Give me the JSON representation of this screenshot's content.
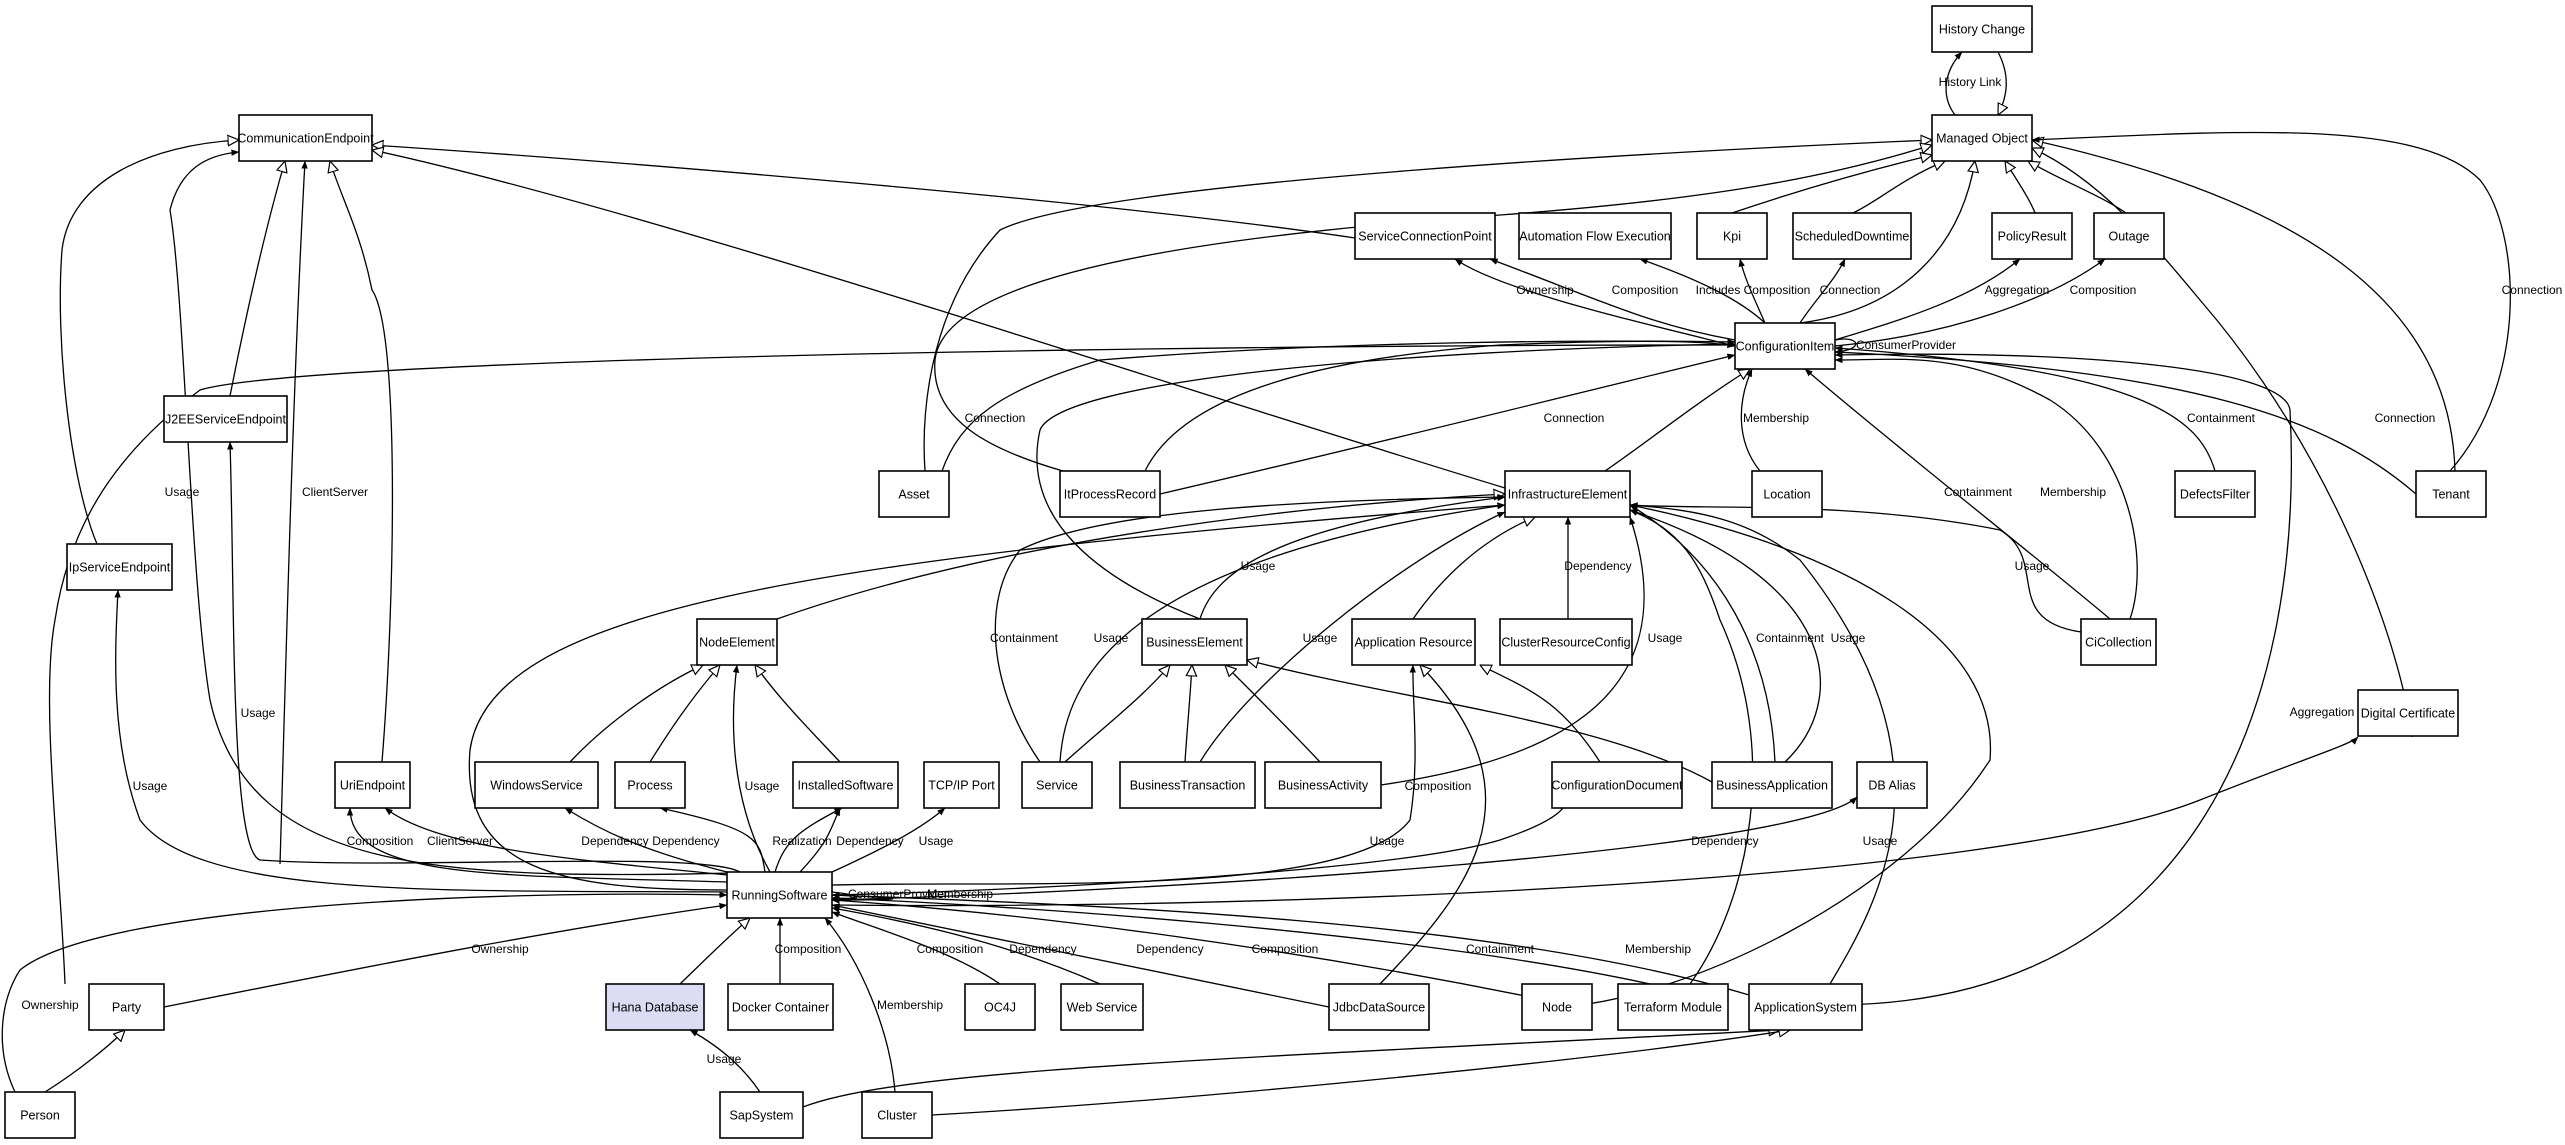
{
  "colors": {
    "highlight": "#dcdcf5",
    "stroke": "#000000",
    "background": "#ffffff"
  },
  "nodes": [
    {
      "id": "history_change",
      "label": "History Change"
    },
    {
      "id": "managed_object",
      "label": "Managed Object"
    },
    {
      "id": "communication_endpoint",
      "label": "CommunicationEndpoint"
    },
    {
      "id": "service_connection_point",
      "label": "ServiceConnectionPoint"
    },
    {
      "id": "automation_flow_execution",
      "label": "Automation Flow Execution"
    },
    {
      "id": "kpi",
      "label": "Kpi"
    },
    {
      "id": "scheduled_downtime",
      "label": "ScheduledDowntime"
    },
    {
      "id": "policy_result",
      "label": "PolicyResult"
    },
    {
      "id": "outage",
      "label": "Outage"
    },
    {
      "id": "configuration_item",
      "label": "ConfigurationItem"
    },
    {
      "id": "j2ee_service_endpoint",
      "label": "J2EEServiceEndpoint"
    },
    {
      "id": "asset",
      "label": "Asset"
    },
    {
      "id": "it_process_record",
      "label": "ItProcessRecord"
    },
    {
      "id": "infrastructure_element",
      "label": "InfrastructureElement"
    },
    {
      "id": "location",
      "label": "Location"
    },
    {
      "id": "defects_filter",
      "label": "DefectsFilter"
    },
    {
      "id": "tenant",
      "label": "Tenant"
    },
    {
      "id": "ip_service_endpoint",
      "label": "IpServiceEndpoint"
    },
    {
      "id": "node_element",
      "label": "NodeElement"
    },
    {
      "id": "business_element",
      "label": "BusinessElement"
    },
    {
      "id": "application_resource",
      "label": "Application Resource"
    },
    {
      "id": "cluster_resource_config",
      "label": "ClusterResourceConfig"
    },
    {
      "id": "ci_collection",
      "label": "CiCollection"
    },
    {
      "id": "digital_certificate",
      "label": "Digital Certificate"
    },
    {
      "id": "uri_endpoint",
      "label": "UriEndpoint"
    },
    {
      "id": "windows_service",
      "label": "WindowsService"
    },
    {
      "id": "process",
      "label": "Process"
    },
    {
      "id": "installed_software",
      "label": "InstalledSoftware"
    },
    {
      "id": "tcp_ip_port",
      "label": "TCP/IP Port"
    },
    {
      "id": "service",
      "label": "Service"
    },
    {
      "id": "business_transaction",
      "label": "BusinessTransaction"
    },
    {
      "id": "business_activity",
      "label": "BusinessActivity"
    },
    {
      "id": "configuration_document",
      "label": "ConfigurationDocument"
    },
    {
      "id": "business_application",
      "label": "BusinessApplication"
    },
    {
      "id": "db_alias",
      "label": "DB Alias"
    },
    {
      "id": "running_software",
      "label": "RunningSoftware"
    },
    {
      "id": "party",
      "label": "Party"
    },
    {
      "id": "hana_database",
      "label": "Hana Database",
      "highlighted": true
    },
    {
      "id": "docker_container",
      "label": "Docker Container"
    },
    {
      "id": "oc4j",
      "label": "OC4J"
    },
    {
      "id": "web_service",
      "label": "Web Service"
    },
    {
      "id": "jdbc_data_source",
      "label": "JdbcDataSource"
    },
    {
      "id": "node",
      "label": "Node"
    },
    {
      "id": "terraform_module",
      "label": "Terraform Module"
    },
    {
      "id": "application_system",
      "label": "ApplicationSystem"
    },
    {
      "id": "person",
      "label": "Person"
    },
    {
      "id": "sap_system",
      "label": "SapSystem"
    },
    {
      "id": "cluster",
      "label": "Cluster"
    }
  ],
  "edges": [
    {
      "from": "managed_object",
      "to": "history_change",
      "label": "History Link",
      "kind": "assoc"
    },
    {
      "from": "history_change",
      "to": "managed_object",
      "label": "",
      "kind": "gen"
    },
    {
      "from": "service_connection_point",
      "to": "communication_endpoint",
      "label": "",
      "kind": "gen"
    },
    {
      "from": "infrastructure_element",
      "to": "communication_endpoint",
      "label": "",
      "kind": "gen"
    },
    {
      "from": "j2ee_service_endpoint",
      "to": "communication_endpoint",
      "label": "",
      "kind": "gen"
    },
    {
      "from": "ip_service_endpoint",
      "to": "communication_endpoint",
      "label": "",
      "kind": "gen"
    },
    {
      "from": "uri_endpoint",
      "to": "communication_endpoint",
      "label": "",
      "kind": "gen"
    },
    {
      "from": "running_software",
      "to": "communication_endpoint",
      "label": "Usage",
      "kind": "assoc"
    },
    {
      "from": "running_software",
      "to": "communication_endpoint",
      "label": "ClientServer",
      "kind": "assoc"
    },
    {
      "from": "kpi",
      "to": "managed_object",
      "label": "",
      "kind": "gen"
    },
    {
      "from": "scheduled_downtime",
      "to": "managed_object",
      "label": "",
      "kind": "gen"
    },
    {
      "from": "policy_result",
      "to": "managed_object",
      "label": "",
      "kind": "gen"
    },
    {
      "from": "outage",
      "to": "managed_object",
      "label": "",
      "kind": "gen"
    },
    {
      "from": "configuration_item",
      "to": "managed_object",
      "label": "",
      "kind": "gen"
    },
    {
      "from": "asset",
      "to": "managed_object",
      "label": "",
      "kind": "gen"
    },
    {
      "from": "it_process_record",
      "to": "managed_object",
      "label": "",
      "kind": "gen"
    },
    {
      "from": "tenant",
      "to": "managed_object",
      "label": "",
      "kind": "gen"
    },
    {
      "from": "digital_certificate",
      "to": "managed_object",
      "label": "",
      "kind": "gen"
    },
    {
      "from": "tenant",
      "to": "managed_object",
      "label": "Connection",
      "kind": "assoc"
    },
    {
      "from": "configuration_item",
      "to": "service_connection_point",
      "label": "Ownership",
      "kind": "assoc"
    },
    {
      "from": "configuration_item",
      "to": "service_connection_point",
      "label": "Composition",
      "kind": "assoc"
    },
    {
      "from": "configuration_item",
      "to": "automation_flow_execution",
      "label": "Includes",
      "kind": "assoc"
    },
    {
      "from": "configuration_item",
      "to": "kpi",
      "label": "Composition",
      "kind": "assoc"
    },
    {
      "from": "configuration_item",
      "to": "scheduled_downtime",
      "label": "Connection",
      "kind": "assoc"
    },
    {
      "from": "configuration_item",
      "to": "policy_result",
      "label": "Aggregation",
      "kind": "assoc"
    },
    {
      "from": "configuration_item",
      "to": "outage",
      "label": "Composition",
      "kind": "assoc"
    },
    {
      "from": "configuration_item",
      "to": "configuration_item",
      "label": "ConsumerProvider",
      "kind": "assoc"
    },
    {
      "from": "asset",
      "to": "configuration_item",
      "label": "Connection",
      "kind": "assoc"
    },
    {
      "from": "it_process_record",
      "to": "configuration_item",
      "label": "",
      "kind": "assoc"
    },
    {
      "from": "it_process_record",
      "to": "configuration_item",
      "label": "Connection",
      "kind": "assoc"
    },
    {
      "from": "infrastructure_element",
      "to": "configuration_item",
      "label": "",
      "kind": "gen"
    },
    {
      "from": "location",
      "to": "configuration_item",
      "label": "Membership",
      "kind": "assoc"
    },
    {
      "from": "defects_filter",
      "to": "configuration_item",
      "label": "Containment",
      "kind": "assoc"
    },
    {
      "from": "tenant",
      "to": "configuration_item",
      "label": "Connection",
      "kind": "assoc"
    },
    {
      "from": "ci_collection",
      "to": "configuration_item",
      "label": "Containment",
      "kind": "assoc"
    },
    {
      "from": "ci_collection",
      "to": "configuration_item",
      "label": "Membership",
      "kind": "assoc"
    },
    {
      "from": "ci_collection",
      "to": "infrastructure_element",
      "label": "Usage",
      "kind": "assoc"
    },
    {
      "from": "application_system",
      "to": "configuration_item",
      "label": "Aggregation",
      "kind": "assoc"
    },
    {
      "from": "business_element",
      "to": "configuration_item",
      "label": "",
      "kind": "assoc"
    },
    {
      "from": "party",
      "to": "configuration_item",
      "label": "",
      "kind": "assoc"
    },
    {
      "from": "node_element",
      "to": "infrastructure_element",
      "label": "",
      "kind": "gen"
    },
    {
      "from": "business_element",
      "to": "infrastructure_element",
      "label": "Usage",
      "kind": "assoc"
    },
    {
      "from": "application_resource",
      "to": "infrastructure_element",
      "label": "",
      "kind": "gen"
    },
    {
      "from": "cluster_resource_config",
      "to": "infrastructure_element",
      "label": "Dependency",
      "kind": "assoc"
    },
    {
      "from": "service",
      "to": "infrastructure_element",
      "label": "Containment",
      "kind": "assoc"
    },
    {
      "from": "service",
      "to": "infrastructure_element",
      "label": "Usage",
      "kind": "assoc"
    },
    {
      "from": "business_transaction",
      "to": "infrastructure_element",
      "label": "Usage",
      "kind": "assoc"
    },
    {
      "from": "business_activity",
      "to": "infrastructure_element",
      "label": "Usage",
      "kind": "assoc"
    },
    {
      "from": "business_application",
      "to": "infrastructure_element",
      "label": "Containment",
      "kind": "assoc"
    },
    {
      "from": "business_application",
      "to": "infrastructure_element",
      "label": "Usage",
      "kind": "assoc"
    },
    {
      "from": "running_software",
      "to": "infrastructure_element",
      "label": "",
      "kind": "assoc"
    },
    {
      "from": "node",
      "to": "infrastructure_element",
      "label": "",
      "kind": "assoc"
    },
    {
      "from": "terraform_module",
      "to": "infrastructure_element",
      "label": "",
      "kind": "assoc"
    },
    {
      "from": "application_system",
      "to": "infrastructure_element",
      "label": "",
      "kind": "assoc"
    },
    {
      "from": "windows_service",
      "to": "node_element",
      "label": "",
      "kind": "gen"
    },
    {
      "from": "process",
      "to": "node_element",
      "label": "",
      "kind": "gen"
    },
    {
      "from": "installed_software",
      "to": "node_element",
      "label": "",
      "kind": "gen"
    },
    {
      "from": "running_software",
      "to": "node_element",
      "label": "Usage",
      "kind": "assoc"
    },
    {
      "from": "service",
      "to": "business_element",
      "label": "",
      "kind": "gen"
    },
    {
      "from": "business_transaction",
      "to": "business_element",
      "label": "",
      "kind": "gen"
    },
    {
      "from": "business_activity",
      "to": "business_element",
      "label": "",
      "kind": "gen"
    },
    {
      "from": "business_application",
      "to": "business_element",
      "label": "",
      "kind": "gen"
    },
    {
      "from": "configuration_document",
      "to": "application_resource",
      "label": "",
      "kind": "gen"
    },
    {
      "from": "jdbc_data_source",
      "to": "application_resource",
      "label": "",
      "kind": "gen"
    },
    {
      "from": "running_software",
      "to": "application_resource",
      "label": "Composition",
      "kind": "assoc"
    },
    {
      "from": "running_software",
      "to": "j2ee_service_endpoint",
      "label": "Usage",
      "kind": "assoc"
    },
    {
      "from": "running_software",
      "to": "ip_service_endpoint",
      "label": "Usage",
      "kind": "assoc"
    },
    {
      "from": "running_software",
      "to": "uri_endpoint",
      "label": "Composition",
      "kind": "assoc"
    },
    {
      "from": "running_software",
      "to": "uri_endpoint",
      "label": "ClientServer",
      "kind": "assoc"
    },
    {
      "from": "running_software",
      "to": "windows_service",
      "label": "Dependency",
      "kind": "assoc"
    },
    {
      "from": "running_software",
      "to": "process",
      "label": "Dependency",
      "kind": "assoc"
    },
    {
      "from": "running_software",
      "to": "installed_software",
      "label": "Realization",
      "kind": "assoc"
    },
    {
      "from": "running_software",
      "to": "installed_software",
      "label": "Dependency",
      "kind": "assoc"
    },
    {
      "from": "running_software",
      "to": "tcp_ip_port",
      "label": "Usage",
      "kind": "assoc"
    },
    {
      "from": "running_software",
      "to": "configuration_document",
      "label": "Usage",
      "kind": "assoc"
    },
    {
      "from": "running_software",
      "to": "db_alias",
      "label": "Dependency",
      "kind": "assoc"
    },
    {
      "from": "running_software",
      "to": "digital_certificate",
      "label": "Usage",
      "kind": "assoc"
    },
    {
      "from": "running_software",
      "to": "running_software",
      "label": "ConsumerProvider",
      "kind": "assoc"
    },
    {
      "from": "running_software",
      "to": "running_software",
      "label": "Membership",
      "kind": "assoc"
    },
    {
      "from": "hana_database",
      "to": "running_software",
      "label": "",
      "kind": "gen"
    },
    {
      "from": "docker_container",
      "to": "running_software",
      "label": "Composition",
      "kind": "assoc"
    },
    {
      "from": "oc4j",
      "to": "running_software",
      "label": "Composition",
      "kind": "assoc"
    },
    {
      "from": "web_service",
      "to": "running_software",
      "label": "Dependency",
      "kind": "assoc"
    },
    {
      "from": "jdbc_data_source",
      "to": "running_software",
      "label": "Dependency",
      "kind": "assoc"
    },
    {
      "from": "node",
      "to": "running_software",
      "label": "Composition",
      "kind": "assoc"
    },
    {
      "from": "terraform_module",
      "to": "running_software",
      "label": "Containment",
      "kind": "assoc"
    },
    {
      "from": "application_system",
      "to": "running_software",
      "label": "Membership",
      "kind": "assoc"
    },
    {
      "from": "cluster",
      "to": "running_software",
      "label": "Membership",
      "kind": "assoc"
    },
    {
      "from": "party",
      "to": "running_software",
      "label": "Ownership",
      "kind": "assoc"
    },
    {
      "from": "person",
      "to": "running_software",
      "label": "Ownership",
      "kind": "assoc"
    },
    {
      "from": "person",
      "to": "party",
      "label": "",
      "kind": "gen"
    },
    {
      "from": "sap_system",
      "to": "hana_database",
      "label": "Usage",
      "kind": "assoc"
    },
    {
      "from": "sap_system",
      "to": "application_system",
      "label": "",
      "kind": "gen"
    },
    {
      "from": "cluster",
      "to": "application_system",
      "label": "",
      "kind": "gen"
    }
  ]
}
